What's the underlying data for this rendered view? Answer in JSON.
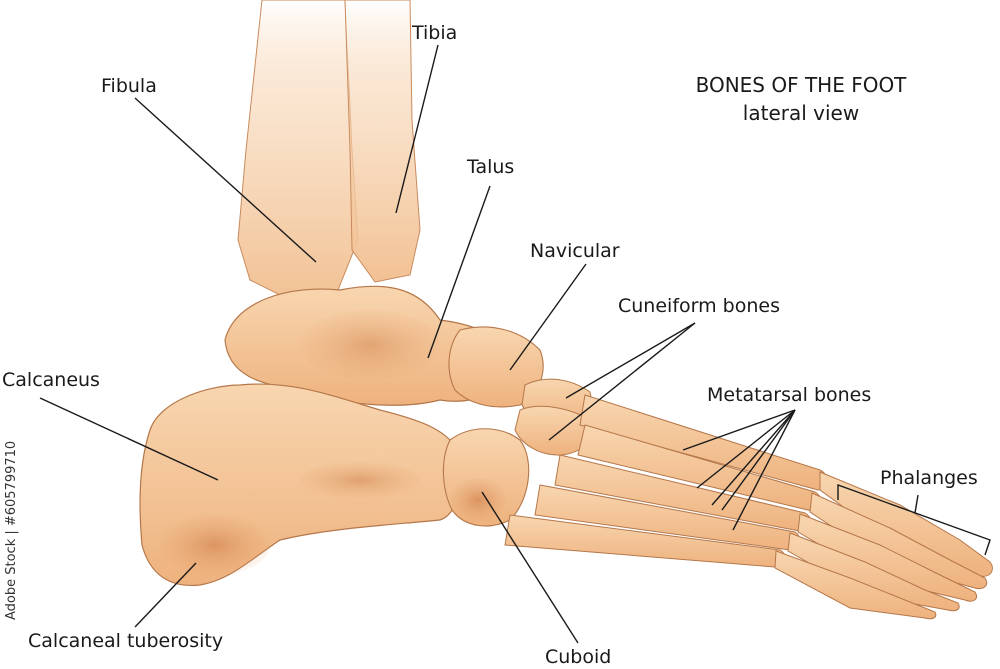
{
  "heading": {
    "title": "BONES OF THE FOOT",
    "subtitle": "lateral view"
  },
  "labels": {
    "tibia": "Tibia",
    "fibula": "Fibula",
    "talus": "Talus",
    "navicular": "Navicular",
    "cuneiform": "Cuneiform bones",
    "metatarsal": "Metatarsal bones",
    "phalanges": "Phalanges",
    "calcaneus": "Calcaneus",
    "calcaneal_tuberosity": "Calcaneal tuberosity",
    "cuboid": "Cuboid"
  },
  "watermark": {
    "side_text": "Adobe Stock | #605799710"
  },
  "colors": {
    "bone_fill": "#f2c193",
    "bone_light": "#f8dcb8",
    "bone_shadow": "#d9915c",
    "bone_dark": "#b8683a",
    "outline": "#b5774a",
    "leader_line": "#1a1a1a"
  }
}
